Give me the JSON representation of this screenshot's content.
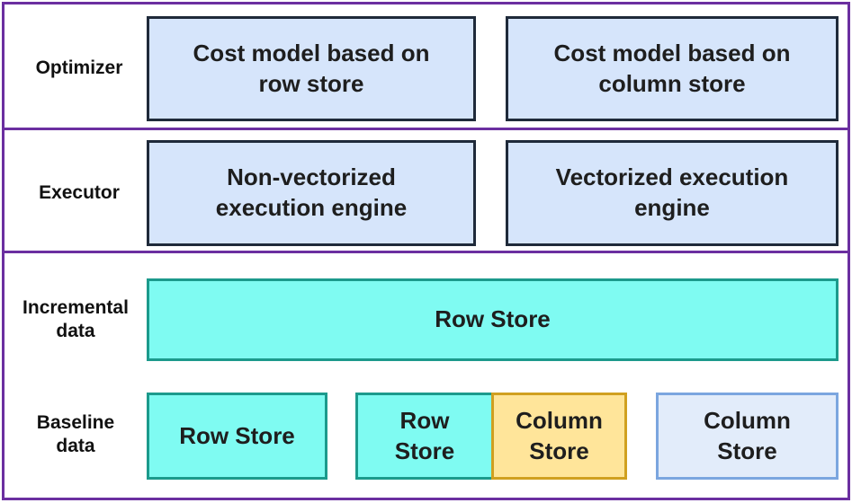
{
  "layers": {
    "optimizer": {
      "label": "Optimizer",
      "left_box": "Cost model based on\nrow store",
      "right_box": "Cost model based on\ncolumn store"
    },
    "executor": {
      "label": "Executor",
      "left_box": "Non-vectorized\nexecution engine",
      "right_box": "Vectorized execution\nengine"
    },
    "storage": {
      "incremental_label": "Incremental\ndata",
      "incremental_box": "Row Store",
      "baseline_label": "Baseline\ndata",
      "baseline_row_store": "Row Store",
      "hybrid_row_store": "Row\nStore",
      "hybrid_column_store": "Column\nStore",
      "baseline_column_store": "Column\nStore"
    }
  },
  "colors": {
    "border": "#6b2fa0",
    "compute_box": "#d6e5fb",
    "row_store": "#7ffbf2",
    "column_store_hybrid": "#ffe59a",
    "column_store": "#e2ecfa"
  }
}
